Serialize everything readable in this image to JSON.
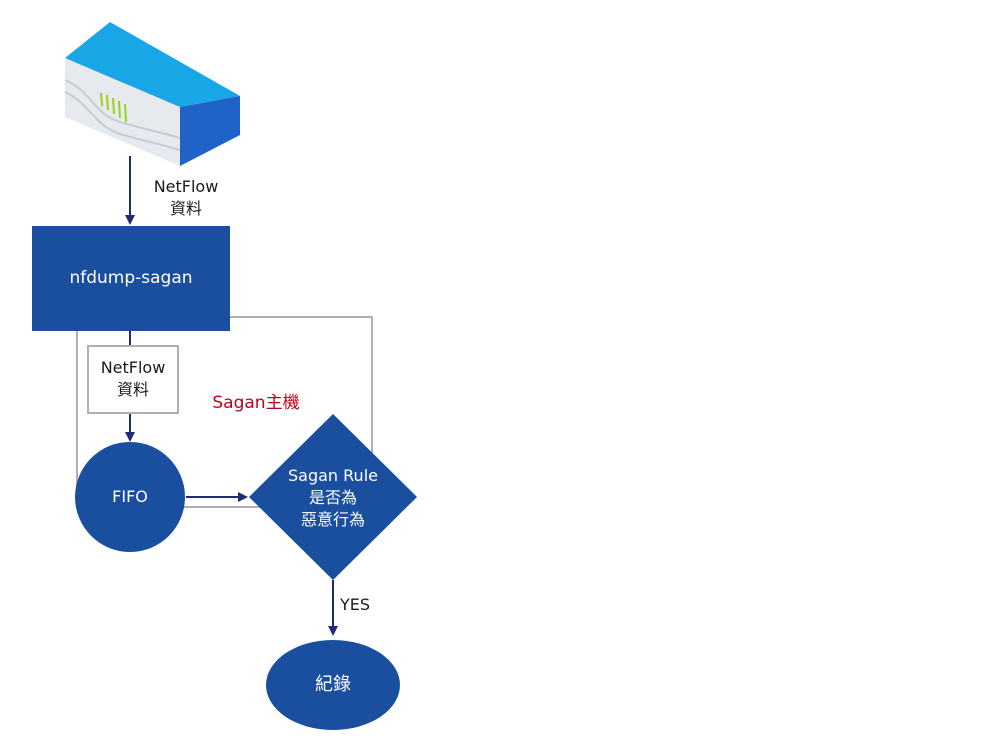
{
  "labels": {
    "netflow_top_line1": "NetFlow",
    "netflow_top_line2": "資料",
    "nfdump": "nfdump-sagan",
    "netflow_box_line1": "NetFlow",
    "netflow_box_line2": "資料",
    "host": "Sagan主機",
    "fifo": "FIFO",
    "decision_line1": "Sagan Rule",
    "decision_line2": "是否為",
    "decision_line3": "惡意行為",
    "yes": "YES",
    "record": "紀錄"
  },
  "colors": {
    "primary_blue": "#1a4f9f",
    "arrow_navy": "#1f2a7a",
    "host_border": "#b0b0b0",
    "host_label": "#c0001a",
    "device_top": "#19a6e6",
    "device_side": "#1f63c8",
    "device_body": "#e6eaee",
    "device_ports": "#9bd219"
  },
  "icons": {
    "device": "network-switch-icon"
  }
}
